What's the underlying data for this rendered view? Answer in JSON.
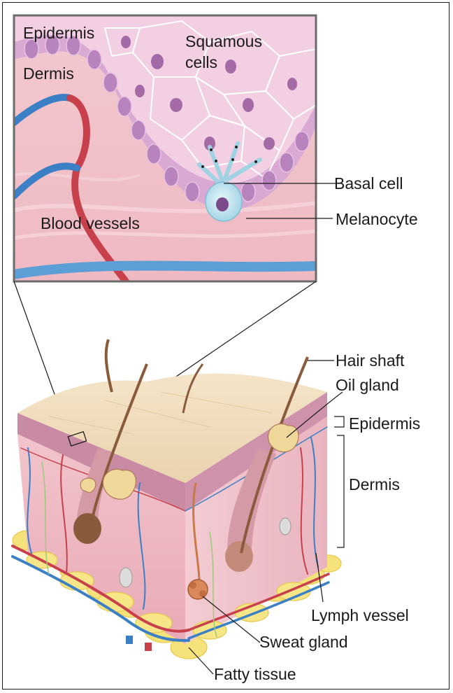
{
  "inset_labels": {
    "epidermis": "Epidermis",
    "dermis": "Dermis",
    "squamous_line1": "Squamous",
    "squamous_line2": "cells",
    "blood_vessels": "Blood vessels",
    "basal_cell": "Basal cell",
    "melanocyte": "Melanocyte"
  },
  "block_labels": {
    "hair_shaft": "Hair shaft",
    "oil_gland": "Oil gland",
    "epidermis": "Epidermis",
    "dermis": "Dermis",
    "lymph_vessel": "Lymph vessel",
    "sweat_gland": "Sweat gland",
    "fatty_tissue": "Fatty tissue"
  }
}
